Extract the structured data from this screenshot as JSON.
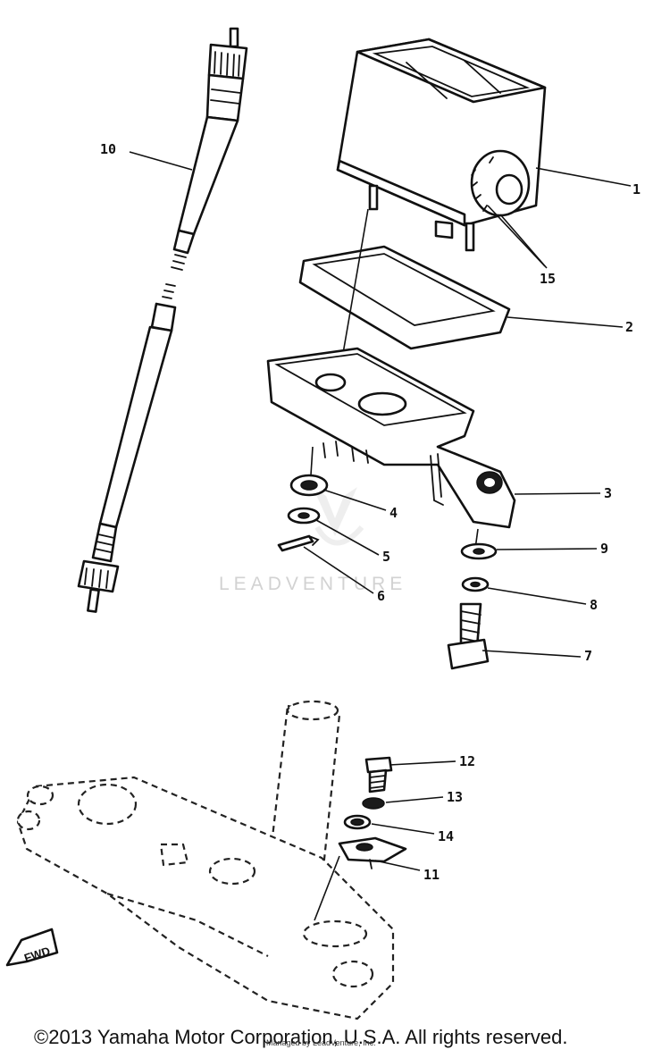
{
  "callouts": [
    "1",
    "2",
    "3",
    "4",
    "5",
    "6",
    "7",
    "8",
    "9",
    "10",
    "11",
    "12",
    "13",
    "14",
    "15"
  ],
  "watermark": "LEADVENTURE",
  "fwd_label": "FWD",
  "copyright": "©2013 Yamaha Motor Corporation, U.S.A. All rights reserved.",
  "overlay_note": "Managed by LeadVenture, Inc."
}
